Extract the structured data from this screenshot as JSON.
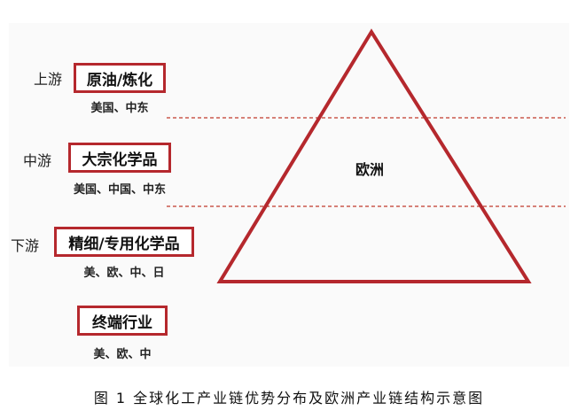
{
  "colors": {
    "accent": "#b5282d",
    "dashed_line": "#c0392b"
  },
  "stages": [
    {
      "stage": "上游",
      "product": "原油/炼化",
      "regions": "美国、中东"
    },
    {
      "stage": "中游",
      "product": "大宗化学品",
      "regions": "美国、中国、中东"
    },
    {
      "stage": "下游",
      "product": "精细/专用化学品",
      "regions": "美、欧、中、日"
    },
    {
      "stage": "",
      "product": "终端行业",
      "regions": "美、欧、中"
    }
  ],
  "triangle_label": "欧洲",
  "caption": "图 1 全球化工产业链优势分布及欧洲产业链结构示意图"
}
